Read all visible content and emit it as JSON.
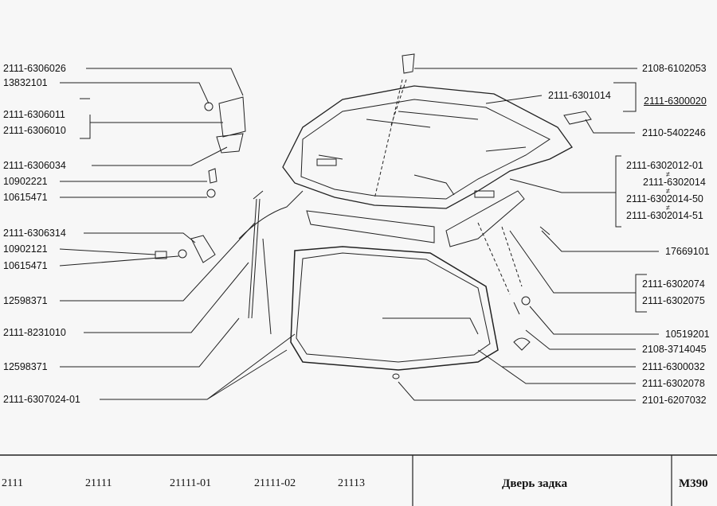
{
  "left_labels": [
    "2111-6306026",
    "13832101",
    "2111-6306011",
    "2111-6306010",
    "2111-6306034",
    "10902221",
    "10615471",
    "2111-6306314",
    "10902121",
    "10615471",
    "12598371",
    "2111-8231010",
    "12598371",
    "2111-6307024-01"
  ],
  "right_labels": {
    "top": "2108-6102053",
    "inner": "2111-6301014",
    "assembly": "2111-6300020",
    "lamp_cover": "2110-5402246",
    "trim_group": [
      "2111-6302012-01",
      "2111-6302014",
      "2111-6302014-50",
      "2111-6302014-51"
    ],
    "not_equal": "≠",
    "screw": "17669101",
    "side_group": [
      "2111-6302074",
      "2111-6302075"
    ],
    "bottom": [
      "10519201",
      "2108-3714045",
      "2111-6300032",
      "2111-6302078",
      "2101-6207032"
    ]
  },
  "footer": {
    "models": [
      "2111",
      "21111",
      "21111-01",
      "21111-02",
      "21113"
    ],
    "title": "Дверь задка",
    "code": "М390"
  }
}
